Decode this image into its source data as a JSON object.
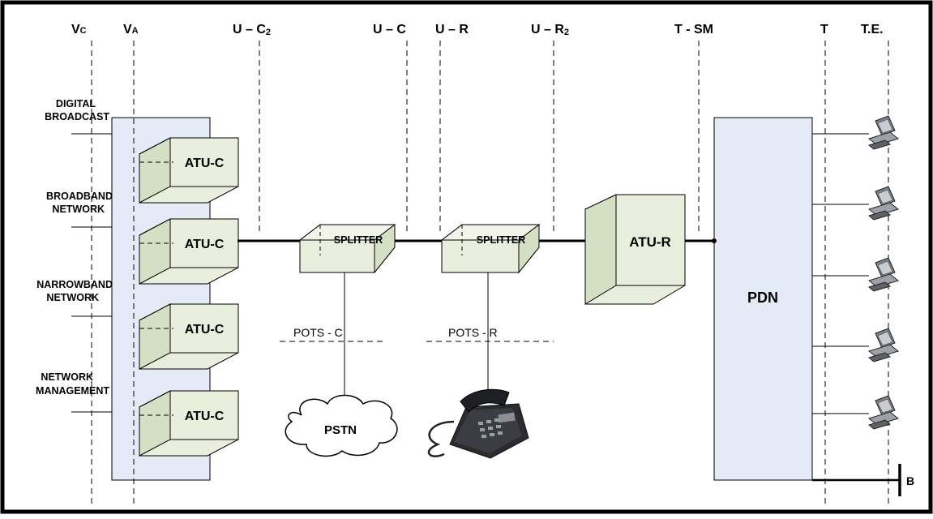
{
  "reference_points": {
    "vc": {
      "main": "V",
      "sub": "C"
    },
    "va": {
      "main": "V",
      "sub": "A"
    },
    "uc2": {
      "main": "U – C",
      "sub": "2"
    },
    "uc": {
      "main": "U – C"
    },
    "ur": {
      "main": "U – R"
    },
    "ur2": {
      "main": "U – R",
      "sub": "2"
    },
    "tsm": {
      "main": "T - SM"
    },
    "t": {
      "main": "T"
    },
    "te": {
      "main": "T.E."
    }
  },
  "networks": {
    "digital_broadcast": [
      "DIGITAL",
      "BROADCAST"
    ],
    "broadband_network": [
      "BROADBAND",
      "NETWORK"
    ],
    "narrowband_network": [
      "NARROWBAND",
      "NETWORK"
    ],
    "network_management": [
      "NETWORK",
      "MANAGEMENT"
    ]
  },
  "atu_c_label": "ATU-C",
  "atu_r_label": "ATU-R",
  "splitter_label": "SPLITTER",
  "pots_c_label": "POTS - C",
  "pots_r_label": "POTS - R",
  "pstn_label": "PSTN",
  "pdn_label": "PDN",
  "bus_label": "B",
  "icons": {
    "terminal": "computer-icon",
    "phone": "telephone-icon",
    "cloud": "cloud-icon"
  },
  "colors": {
    "panel_fill": "#e4ebf7",
    "box_front": "#e8efdc",
    "box_side": "#d4dfc3",
    "box_top": "#f1f5e9",
    "stroke": "#000000"
  }
}
